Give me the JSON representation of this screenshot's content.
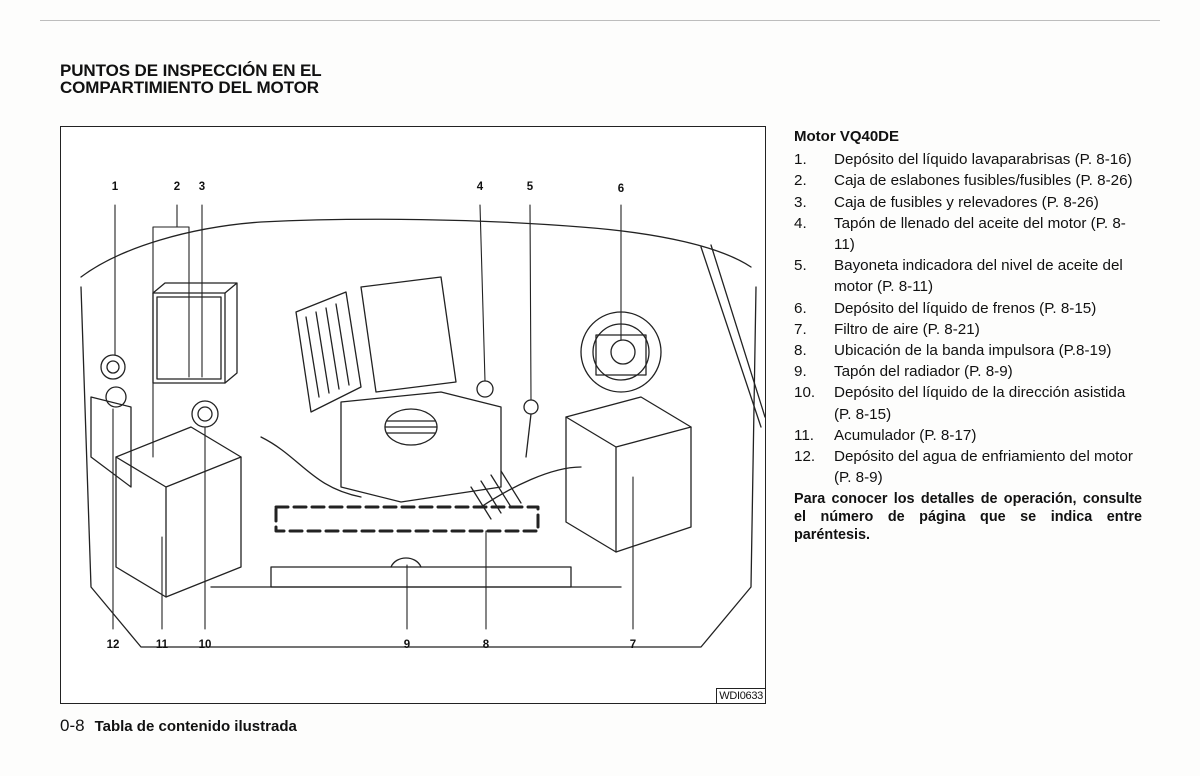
{
  "page": {
    "heading_line1": "PUNTOS DE INSPECCIÓN EN EL",
    "heading_line2": "COMPARTIMIENTO DEL MOTOR",
    "figure_code": "WDI0633",
    "footer_page": "0-8",
    "footer_section": "Tabla de contenido ilustrada"
  },
  "callouts": [
    "1",
    "2",
    "3",
    "4",
    "5",
    "6",
    "7",
    "8",
    "9",
    "10",
    "11",
    "12"
  ],
  "legend": {
    "title": "Motor VQ40DE",
    "items": [
      {
        "num": "1.",
        "text": "Depósito del líquido lavaparabrisas (P. 8-16)"
      },
      {
        "num": "2.",
        "text": "Caja de eslabones fusibles/fusibles (P. 8-26)"
      },
      {
        "num": "3.",
        "text": "Caja de fusibles y relevadores (P. 8-26)"
      },
      {
        "num": "4.",
        "text": "Tapón de llenado del aceite del motor (P. 8-11)"
      },
      {
        "num": "5.",
        "text": "Bayoneta indicadora del nivel de aceite del motor (P. 8-11)"
      },
      {
        "num": "6.",
        "text": "Depósito del líquido de frenos (P. 8-15)"
      },
      {
        "num": "7.",
        "text": "Filtro de aire (P. 8-21)"
      },
      {
        "num": "8.",
        "text": "Ubicación de la banda impulsora (P.8-19)"
      },
      {
        "num": "9.",
        "text": "Tapón del radiador (P. 8-9)"
      },
      {
        "num": "10.",
        "text": "Depósito del líquido de la dirección asistida (P. 8-15)"
      },
      {
        "num": "11.",
        "text": "Acumulador (P. 8-17)"
      },
      {
        "num": "12.",
        "text": "Depósito del agua de enfriamiento del motor (P. 8-9)"
      }
    ],
    "note": "Para conocer los detalles de operación, consulte el número de página que se indica entre paréntesis."
  }
}
